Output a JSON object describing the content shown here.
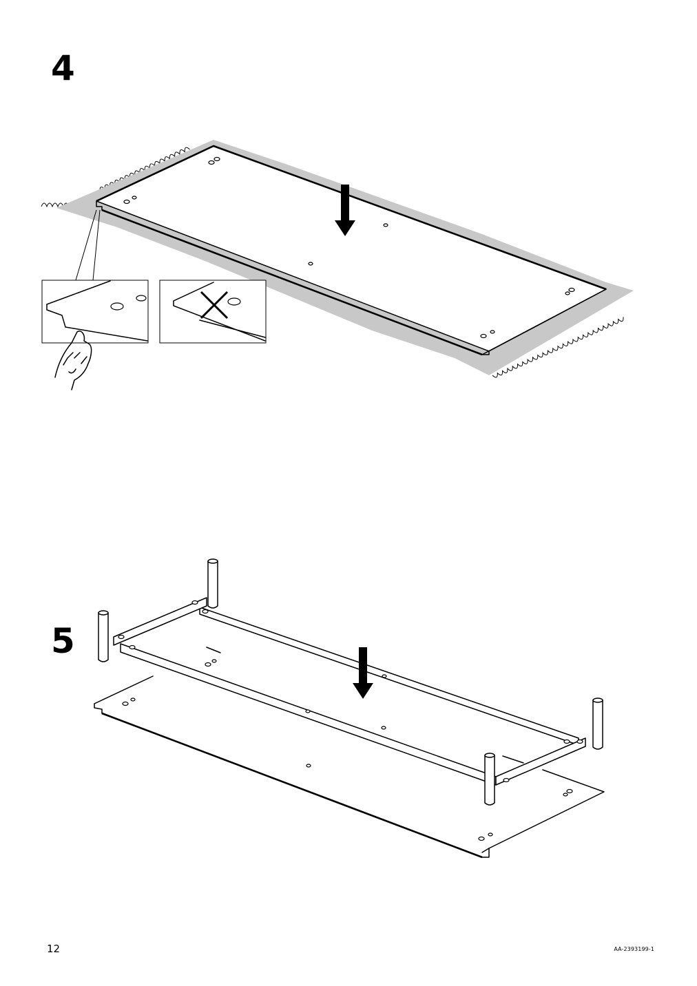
{
  "steps": [
    {
      "number": "4"
    },
    {
      "number": "5"
    }
  ],
  "footer": {
    "page_number": "12",
    "document_code": "AA-2393199-1"
  },
  "colors": {
    "rug_fill": "#c8c8c8",
    "line": "#000000",
    "background": "#ffffff"
  }
}
